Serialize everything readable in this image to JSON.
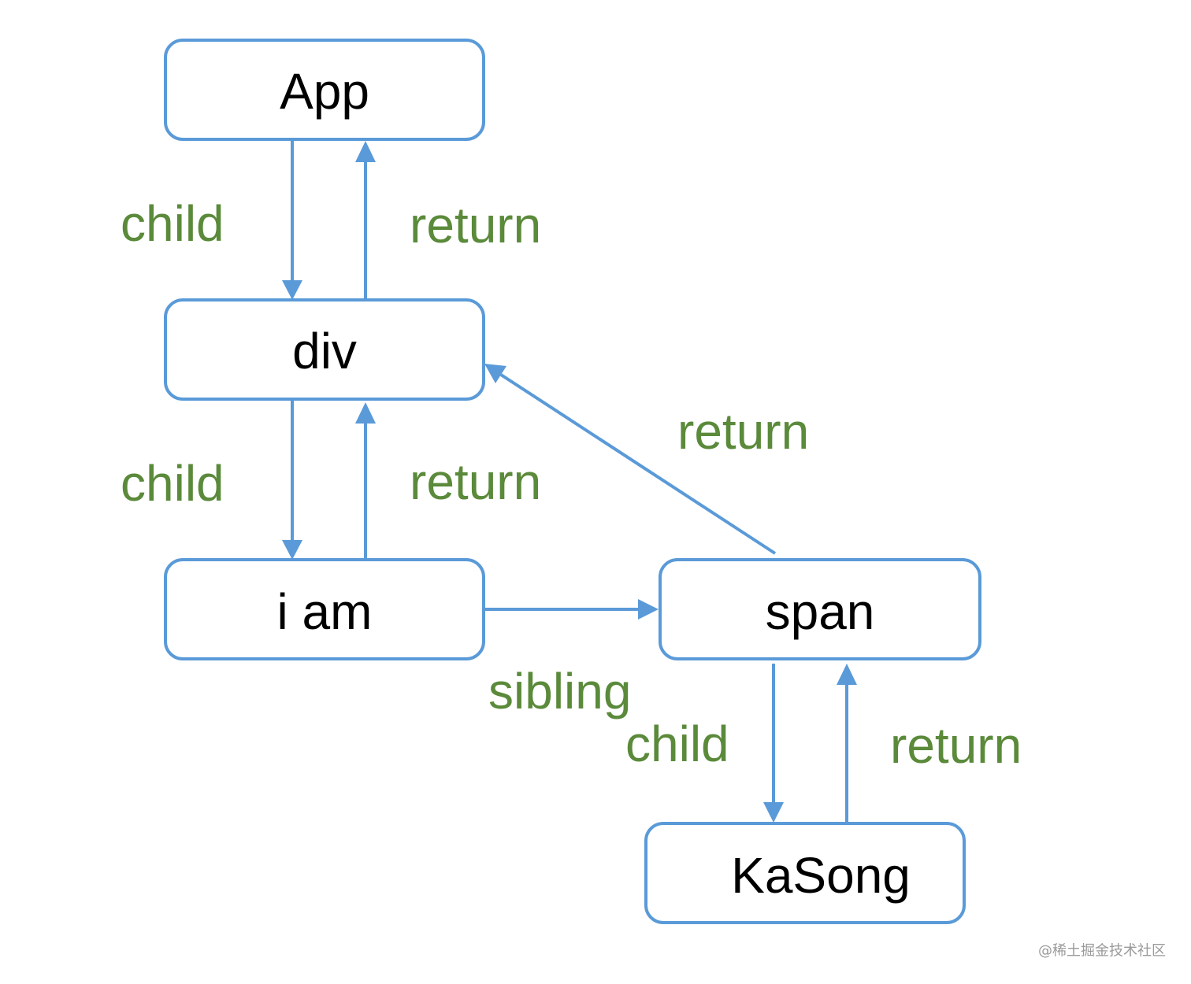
{
  "nodes": {
    "app": "App",
    "div": "div",
    "iam": "i am",
    "span": "span",
    "kasong": "KaSong"
  },
  "edges": {
    "app_div_child": "child",
    "div_app_return": "return",
    "div_iam_child": "child",
    "iam_div_return": "return",
    "span_div_return": "return",
    "iam_span_sibling": "sibling",
    "span_kasong_child": "child",
    "kasong_span_return": "return"
  },
  "watermark": "@稀土掘金技术社区",
  "colors": {
    "node_border": "#5a9ad8",
    "arrow": "#5a9ad8",
    "edge_label": "#5a8a3a",
    "node_text": "#000000"
  }
}
